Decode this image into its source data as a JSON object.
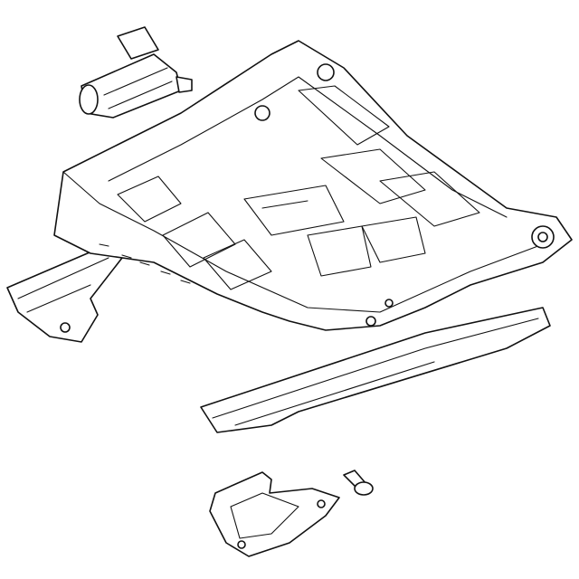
{
  "diagram": {
    "style": "line-art parts illustration",
    "colors": {
      "line": "#111111",
      "background": "#ffffff"
    },
    "parts": [
      "seat-adjuster-motor",
      "seat-frame",
      "left-seat-rail",
      "right-seat-rail",
      "mounting-bracket",
      "bolt"
    ]
  }
}
